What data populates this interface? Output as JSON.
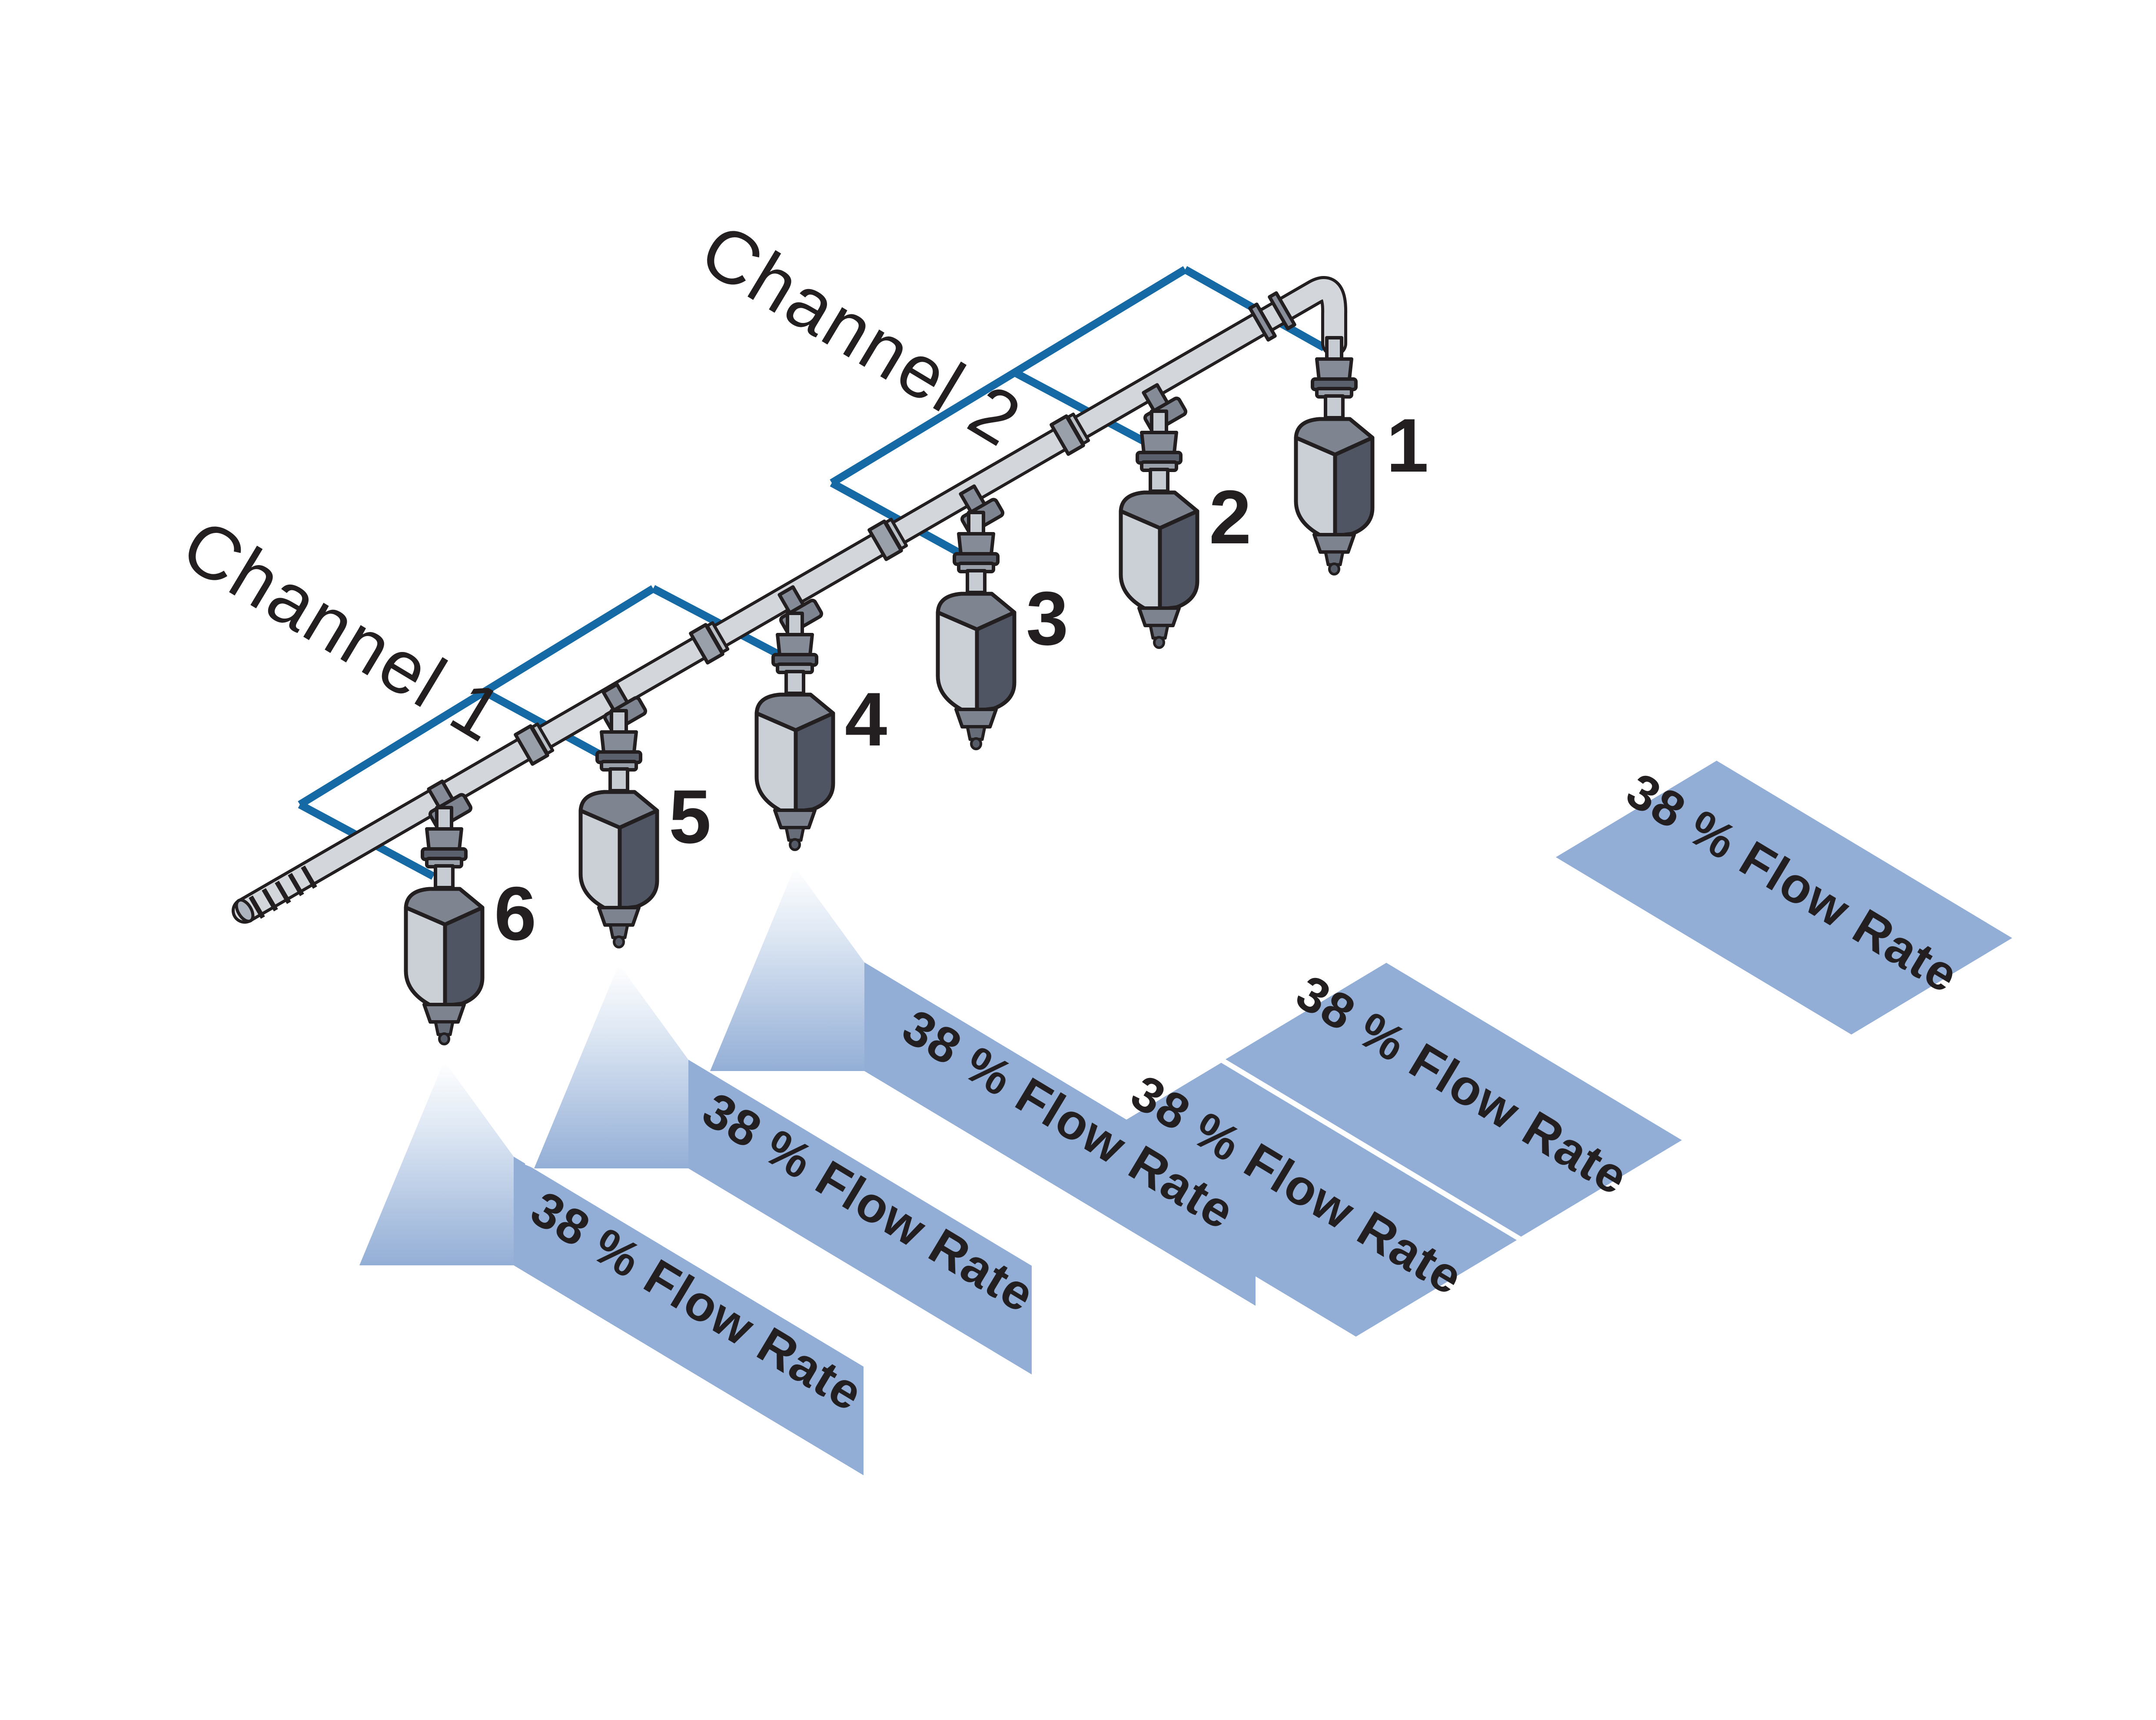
{
  "diagram_type": "sprayer-boom-flow-diagram",
  "channels": [
    {
      "label": "Channel 1",
      "covers_nozzles": [
        "4",
        "5",
        "6"
      ]
    },
    {
      "label": "Channel 2",
      "covers_nozzles": [
        "1",
        "2",
        "3"
      ]
    }
  ],
  "nozzles": [
    {
      "number": "1"
    },
    {
      "number": "2"
    },
    {
      "number": "3"
    },
    {
      "number": "4"
    },
    {
      "number": "5"
    },
    {
      "number": "6"
    }
  ],
  "bands": [
    {
      "nozzle": "1",
      "label": "38 % Flow Rate"
    },
    {
      "nozzle": "2",
      "label": "38 % Flow Rate"
    },
    {
      "nozzle": "3",
      "label": "38 % Flow Rate"
    },
    {
      "nozzle": "4",
      "label": "38 % Flow Rate"
    },
    {
      "nozzle": "5",
      "label": "38 % Flow Rate"
    },
    {
      "nozzle": "6",
      "label": "38 % Flow Rate"
    }
  ],
  "flow_rate_percent": 38,
  "colors": {
    "bracket_blue": "#1569A4",
    "band_blue": "#92AED6",
    "outline_dark": "#231F20",
    "pipe_light": "#D3D7DC",
    "pipe_collar": "#9AA0AA",
    "fitting_mid": "#868C97",
    "fitting_dark": "#5A606C",
    "nozzle_body_light": "#CBD0D7",
    "nozzle_body_dark": "#4F5562",
    "nozzle_body_top": "#7E8591"
  }
}
